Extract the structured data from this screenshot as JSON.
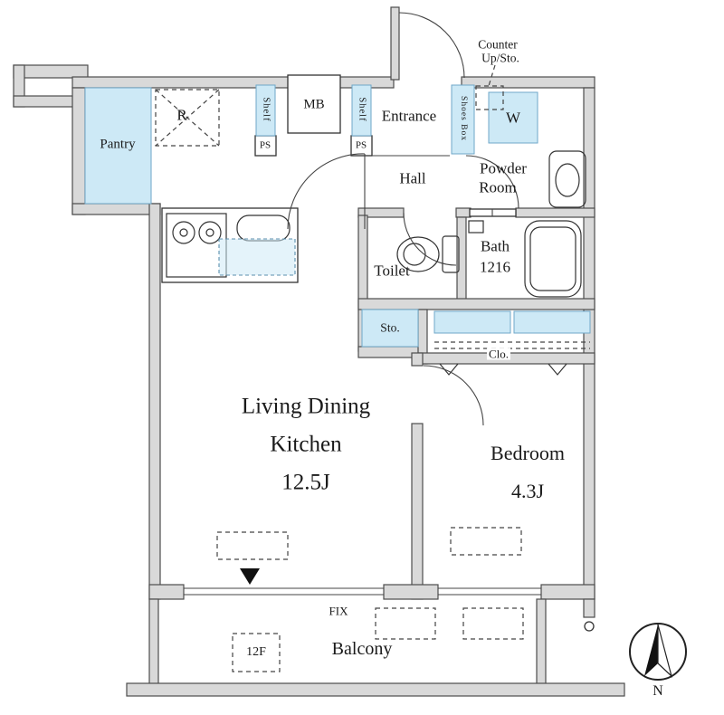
{
  "labels": {
    "pantry": "Pantry",
    "refrigerator": "R",
    "shelf_left": "Shelf",
    "ps_left": "PS",
    "meter_box": "MB",
    "shelf_right": "Shelf",
    "ps_right": "PS",
    "entrance": "Entrance",
    "shoes_box": "Shoes Box",
    "washer": "W",
    "counter_note_line1": "Counter",
    "counter_note_line2": "Up/Sto.",
    "hall": "Hall",
    "powder_line1": "Powder",
    "powder_line2": "Room",
    "toilet": "Toilet",
    "bath_line1": "Bath",
    "bath_line2": "1216",
    "storage": "Sto.",
    "closet": "Clo.",
    "ldk_line1": "Living Dining",
    "ldk_line2": "Kitchen",
    "ldk_size": "12.5J",
    "bedroom": "Bedroom",
    "bedroom_size": "4.3J",
    "fix_window": "FIX",
    "floor_marker": "12F",
    "balcony": "Balcony",
    "compass_north": "N"
  },
  "colors": {
    "wall_fill": "#d9d9d9",
    "wall_stroke": "#4d4d4d",
    "fixture_blue": "#cde9f6",
    "line_dark": "#333333"
  }
}
